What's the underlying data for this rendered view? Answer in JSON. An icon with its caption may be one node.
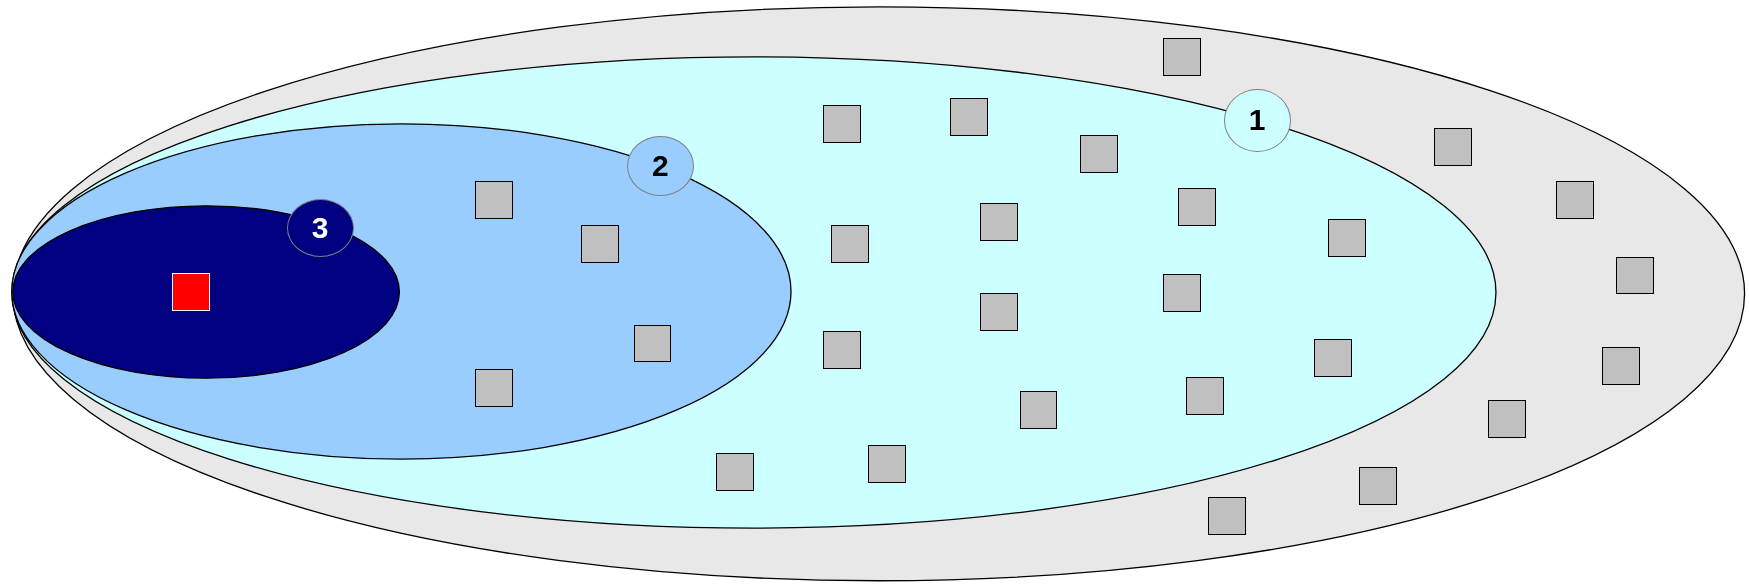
{
  "diagram": {
    "nodes": [
      {
        "text": [],
        "shape": "ellipse"
      },
      {
        "text": [],
        "shape": "ellipse",
        "in": 0
      },
      {
        "text": [],
        "shape": "ellipse",
        "in": 1
      },
      {
        "text": [],
        "shape": "ellipse",
        "in": 2
      },
      {
        "text": [
          "1"
        ],
        "in": 1
      },
      {
        "text": [
          "2"
        ],
        "in": 1
      },
      {
        "text": [
          "3"
        ],
        "in": 2
      },
      {
        "text": [],
        "shape": "box",
        "in": 3
      },
      {
        "text": [],
        "shape": "box",
        "in": 2
      },
      {
        "text": [],
        "shape": "box",
        "in": 2
      },
      {
        "text": [],
        "shape": "box",
        "in": 2
      },
      {
        "text": [],
        "shape": "box",
        "in": 2
      },
      {
        "text": [],
        "shape": "box",
        "in": 1
      },
      {
        "text": [],
        "shape": "box",
        "in": 1
      },
      {
        "text": [],
        "shape": "box",
        "in": 1
      },
      {
        "text": [],
        "shape": "box",
        "in": 1
      },
      {
        "text": [],
        "shape": "box",
        "in": 1
      },
      {
        "text": [],
        "shape": "box",
        "in": 1
      },
      {
        "text": [],
        "shape": "box",
        "in": 1
      },
      {
        "text": [],
        "shape": "box",
        "in": 1
      },
      {
        "text": [],
        "shape": "box",
        "in": 1
      },
      {
        "text": [],
        "shape": "box",
        "in": 1
      },
      {
        "text": [],
        "shape": "box",
        "in": 1
      },
      {
        "text": [],
        "shape": "box",
        "in": 1
      },
      {
        "text": [],
        "shape": "box",
        "in": 1
      },
      {
        "text": [],
        "shape": "box",
        "in": 1
      },
      {
        "text": [],
        "shape": "box",
        "in": 1
      },
      {
        "text": [],
        "shape": "box",
        "in": 0
      },
      {
        "text": [],
        "shape": "box",
        "in": 0
      },
      {
        "text": [],
        "shape": "box",
        "in": 0
      },
      {
        "text": [],
        "shape": "box",
        "in": 0
      },
      {
        "text": [],
        "shape": "box",
        "in": 0
      },
      {
        "text": [],
        "shape": "box",
        "in": 0
      },
      {
        "text": [],
        "shape": "box",
        "in": 0
      },
      {
        "text": [],
        "shape": "box",
        "in": 0
      }
    ]
  }
}
